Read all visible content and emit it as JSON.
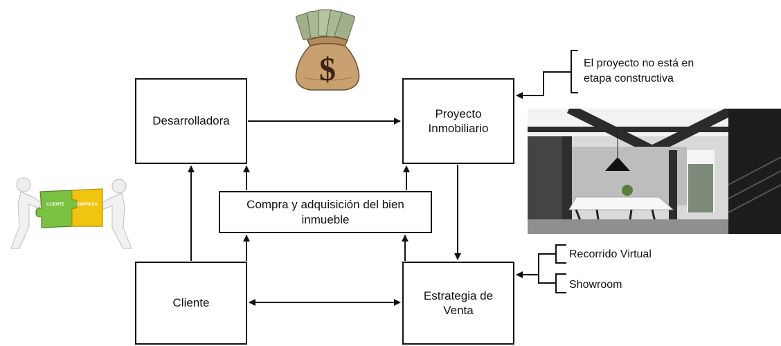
{
  "boxes": {
    "desarrolladora": "Desarrolladora",
    "proyecto": "Proyecto\nInmobiliario",
    "compra": "Compra y adquisición del bien\ninmueble",
    "cliente": "Cliente",
    "estrategia": "Estrategia de\nVenta"
  },
  "notes": {
    "etapa": "El proyecto no está en\netapa constructiva",
    "recorrido": "Recorrido Virtual",
    "showroom": "Showroom"
  },
  "images": {
    "money_bag_symbol": "$",
    "puzzle_left": "CLIENTE",
    "puzzle_right": "EMPRESA"
  }
}
